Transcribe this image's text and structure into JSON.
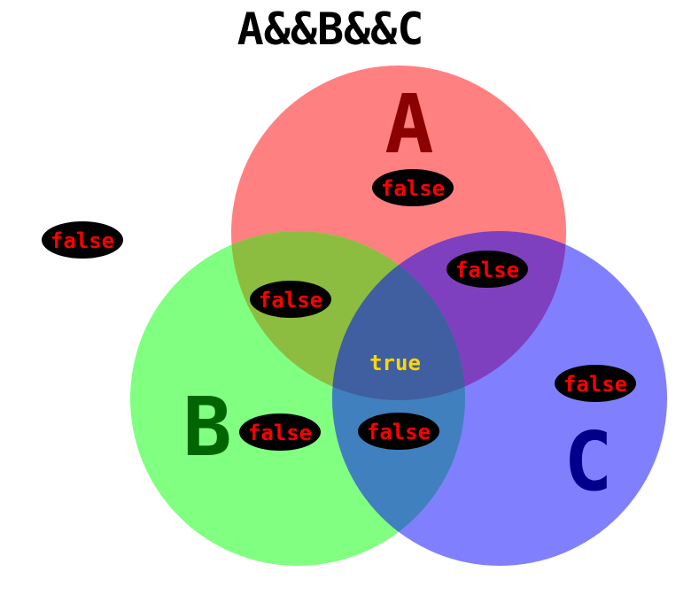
{
  "title": "A&&B&&C",
  "sets": {
    "a": {
      "label": "A",
      "fill": "#ff8080",
      "label_color": "#8b0000"
    },
    "b": {
      "label": "B",
      "fill": "#80ff80",
      "label_color": "#006400"
    },
    "c": {
      "label": "C",
      "fill": "#8080ff",
      "label_color": "#00008b"
    }
  },
  "overlap_colors": {
    "ab": "#8dbd40",
    "ac": "#7f40bf",
    "bc": "#4080bf",
    "abc": "#3f5fa0"
  },
  "regions": {
    "outside": "false",
    "a_only": "false",
    "b_only": "false",
    "c_only": "false",
    "ab": "false",
    "ac": "false",
    "bc": "false",
    "abc": "true"
  },
  "colors": {
    "false_text": "#ff0000",
    "false_bubble": "#000000",
    "true_text": "#ffd700"
  }
}
